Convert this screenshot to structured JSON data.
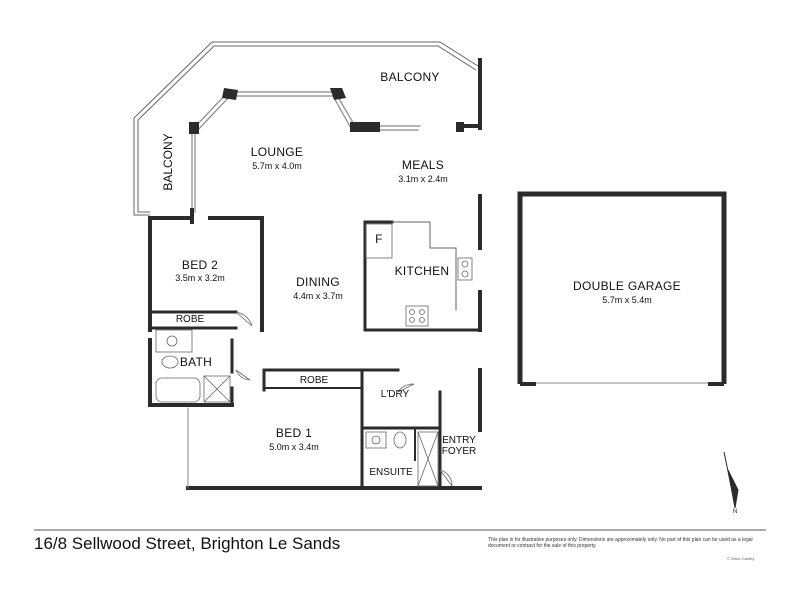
{
  "rooms": {
    "balcony_top": {
      "name": "BALCONY"
    },
    "balcony_side": {
      "name": "BALCONY"
    },
    "lounge": {
      "name": "LOUNGE",
      "size": "5.7m x 4.0m"
    },
    "meals": {
      "name": "MEALS",
      "size": "3.1m x 2.4m"
    },
    "bed2": {
      "name": "BED 2",
      "size": "3.5m x 3.2m"
    },
    "dining": {
      "name": "DINING",
      "size": "4.4m x 3.7m"
    },
    "kitchen": {
      "name": "KITCHEN"
    },
    "fridge": {
      "name": "F"
    },
    "robe2": {
      "name": "ROBE"
    },
    "bath": {
      "name": "BATH"
    },
    "robe1": {
      "name": "ROBE"
    },
    "ldry": {
      "name": "L'DRY"
    },
    "bed1": {
      "name": "BED 1",
      "size": "5.0m x 3.4m"
    },
    "ensuite": {
      "name": "ENSUITE"
    },
    "entry": {
      "line1": "ENTRY",
      "line2": "FOYER"
    },
    "garage": {
      "name": "DOUBLE GARAGE",
      "size": "5.7m x 5.4m"
    }
  },
  "footer": {
    "address": "16/8 Sellwood Street, Brighton Le Sands",
    "disclaimer": "This plan is for illustrative purposes only. Dimensions are approximately only. No part of this plan can be used as a legal document or contract for the sale of this property.",
    "copyright": "© Ward Gallery"
  },
  "north": {
    "label": "N"
  },
  "colors": {
    "wall": "#2b2b2b",
    "line": "#666666",
    "footer_rule": "#555555"
  }
}
